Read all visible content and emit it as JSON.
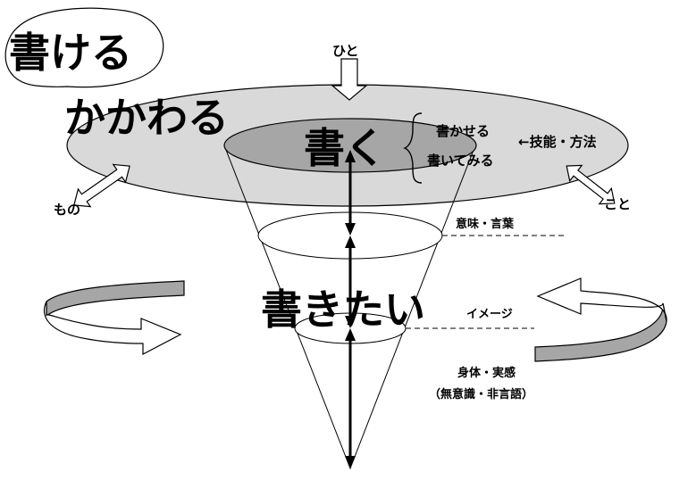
{
  "labels": {
    "kakeru": "書ける",
    "kakawaru": "かかわる",
    "kaku": "書く",
    "kakitai": "書きたい",
    "hito": "ひと",
    "mono": "もの",
    "koto": "こと",
    "kakaseru": "書かせる",
    "kaitemiru": "書いてみる",
    "ginou": "←技能・方法",
    "imi": "意味・言葉",
    "image": "イメージ",
    "shintai": "身体・実感",
    "muishiki": "（無意識・非言語）"
  },
  "colors": {
    "disk_outer": "#d9d9d9",
    "disk_inner": "#a6a6a6",
    "stroke": "#000000",
    "arrow_face": "#ffffff",
    "arrow_side": "#a6a6a6"
  }
}
